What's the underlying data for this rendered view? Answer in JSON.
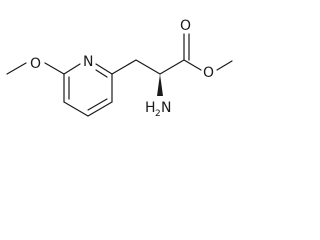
{
  "molecule": {
    "atoms": {
      "methoxy_oxygen": "O",
      "ring_nitrogen": "N",
      "carbonyl_oxygen": "O",
      "ester_oxygen": "O",
      "amine_h": "H",
      "amine_subscript": "2",
      "amine_n": "N"
    },
    "colors": {
      "bond": "#1a1a1a",
      "text": "#1a1a1a",
      "background": "#ffffff"
    }
  }
}
